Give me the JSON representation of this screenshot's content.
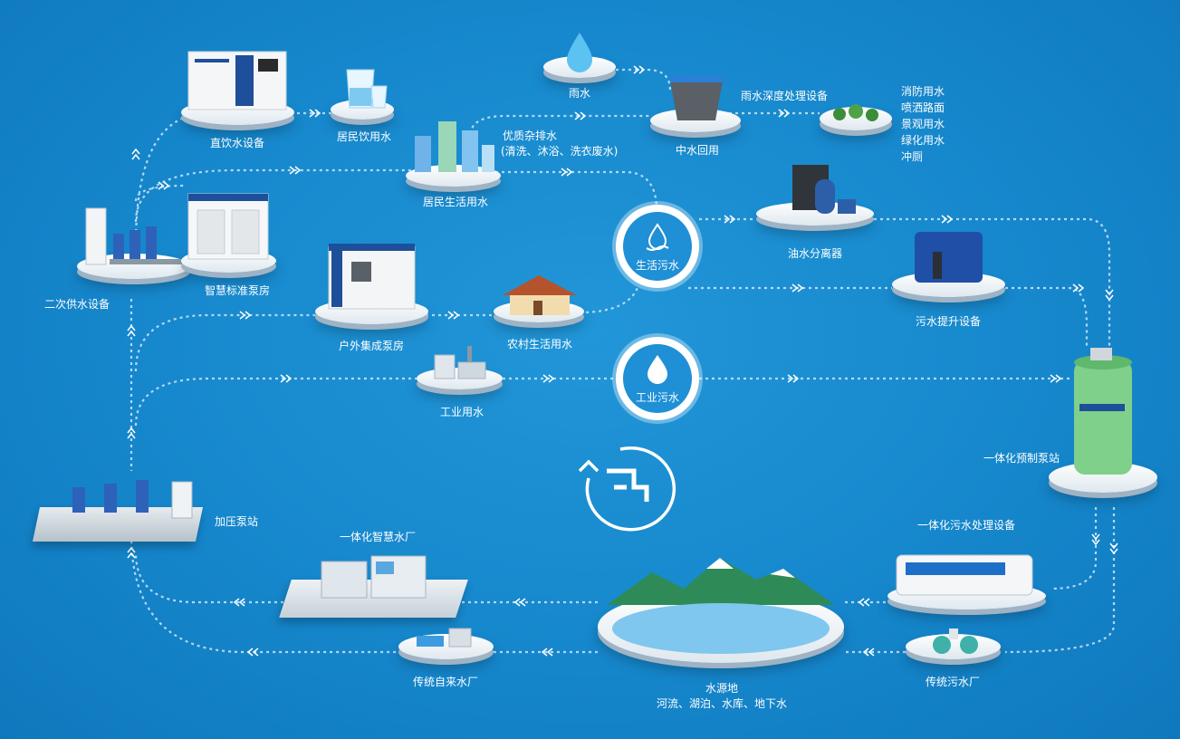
{
  "colors": {
    "background": "#1687cc",
    "flow": "#cfe6f7",
    "hub": "#1f8fd6",
    "white": "#ffffff"
  },
  "nodes": {
    "drinking_equipment": "直饮水设备",
    "resident_drinking": "居民饮用水",
    "secondary_supply": "二次供水设备",
    "smart_pump_room": "智慧标准泵房",
    "resident_domestic": "居民生活用水",
    "greywater_title": "优质杂排水",
    "greywater_detail": "(清洗、沐浴、洗衣废水)",
    "rainwater": "雨水",
    "reclaimed_water": "中水回用",
    "rain_treatment": "雨水深度处理设备",
    "oil_separator": "油水分离器",
    "sewage_lift": "污水提升设备",
    "outdoor_pump_room": "户外集成泵房",
    "rural_domestic": "农村生活用水",
    "industrial_water": "工业用水",
    "prefab_pump_station": "一体化预制泵站",
    "booster_station": "加压泵站",
    "smart_water_plant": "一体化智慧水厂",
    "sewage_equipment": "一体化污水处理设备",
    "traditional_waterworks": "传统自来水厂",
    "water_source": "水源地",
    "water_source_detail": "河流、湖泊、水库、地下水",
    "traditional_sewage_plant": "传统污水厂"
  },
  "hubs": {
    "domestic_sewage": "生活污水",
    "industrial_sewage": "工业污水"
  },
  "reuse_list": [
    "消防用水",
    "喷洒路面",
    "景观用水",
    "绿化用水",
    "冲厕"
  ],
  "icons": [
    "water-drop-icon",
    "faucet-cycle-icon",
    "building-icon",
    "house-icon",
    "factory-icon",
    "tank-icon",
    "mountain-lake-icon"
  ]
}
